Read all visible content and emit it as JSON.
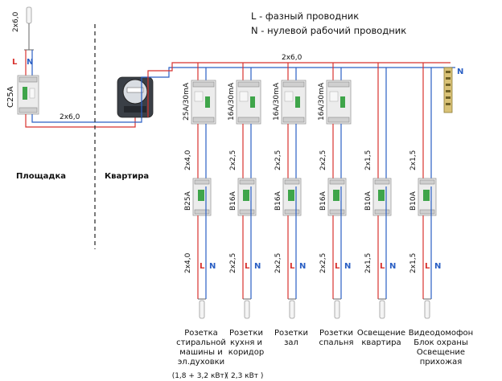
{
  "legend": {
    "L": "L - фазный проводник",
    "N": "N - нулевой рабочий проводник"
  },
  "input_cable": "2x6,0",
  "phase_letter": "L",
  "neutral_letter": "N",
  "main_breaker": "C25A",
  "main_cable": "2x6,0",
  "bus_cable": "2x6,0",
  "neutral_bus_label": "N",
  "zones": {
    "left": "Площадка",
    "right": "Квартира"
  },
  "circuits": [
    {
      "rcd": "25A/30mA",
      "cable_top": "2x4,0",
      "breaker": "B25A",
      "cable_bottom": "2x4,0",
      "consumer": [
        "Розетка",
        "стиральной",
        "машины и",
        "эл.духовки"
      ],
      "power": "(1,8 + 3,2 кВт)"
    },
    {
      "rcd": "16A/30mA",
      "cable_top": "2x2,5",
      "breaker": "B16A",
      "cable_bottom": "2x2,5",
      "consumer": [
        "Розетки",
        "кухня и",
        "коридор"
      ],
      "power": "( 2,3 кВт )"
    },
    {
      "rcd": "16A/30mA",
      "cable_top": "2x2,5",
      "breaker": "B16A",
      "cable_bottom": "2x2,5",
      "consumer": [
        "Розетки",
        "зал"
      ],
      "power": ""
    },
    {
      "rcd": "16A/30mA",
      "cable_top": "2x2,5",
      "breaker": "B16A",
      "cable_bottom": "2x2,5",
      "consumer": [
        "Розетки",
        "спальня"
      ],
      "power": ""
    },
    {
      "rcd": "",
      "cable_top": "2x1,5",
      "breaker": "B10A",
      "cable_bottom": "2x1,5",
      "consumer": [
        "Освещение",
        "квартира"
      ],
      "power": ""
    },
    {
      "rcd": "",
      "cable_top": "2x1,5",
      "breaker": "B10A",
      "cable_bottom": "2x1,5",
      "consumer": [
        "Видеодомофон",
        "Блок охраны",
        "Освещение",
        "прихожая"
      ],
      "power": ""
    }
  ],
  "colors": {
    "phase": "#d8322e",
    "neutral": "#2a5fc4",
    "device_green": "#3fa54a"
  }
}
